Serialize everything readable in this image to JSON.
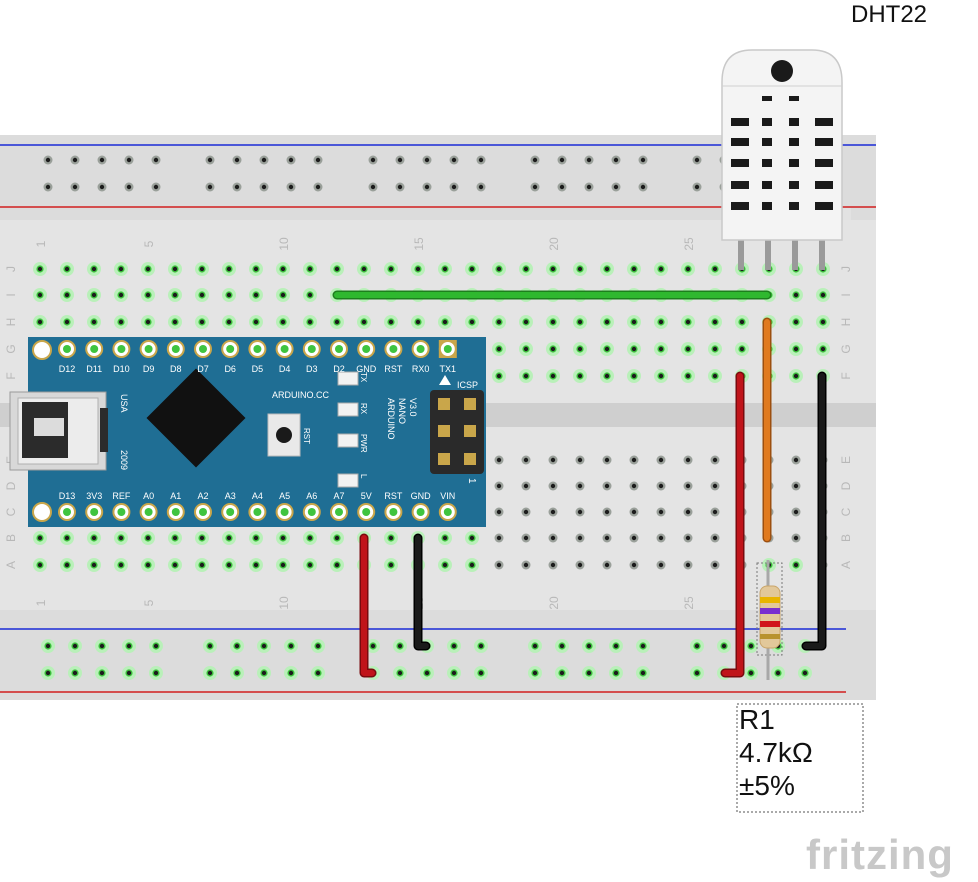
{
  "sensor": {
    "title": "DHT22"
  },
  "breadboard": {
    "column_numbers": [
      "1",
      "5",
      "10",
      "15",
      "20",
      "25"
    ],
    "row_letters_top": [
      "J",
      "I",
      "H",
      "G",
      "F"
    ],
    "row_letters_bottom": [
      "E",
      "D",
      "C",
      "B",
      "A"
    ]
  },
  "arduino": {
    "top_pins": [
      "D12",
      "D11",
      "D10",
      "D9",
      "D8",
      "D7",
      "D6",
      "D5",
      "D4",
      "D3",
      "D2",
      "GND",
      "RST",
      "RX0",
      "TX1"
    ],
    "bottom_pins": [
      "D13",
      "3V3",
      "REF",
      "A0",
      "A1",
      "A2",
      "A3",
      "A4",
      "A5",
      "A6",
      "A7",
      "5V",
      "RST",
      "GND",
      "VIN"
    ],
    "brand": "ARDUINO.CC",
    "model_line1": "ARDUINO",
    "model_line2": "NANO",
    "model_line3": "V3.0",
    "usa": "USA",
    "year": "2009",
    "icsp": "ICSP",
    "led_tx": "TX",
    "led_rx": "RX",
    "led_pwr": "PWR",
    "led_l": "L",
    "reset_label": "RST",
    "icsp_mark": "1"
  },
  "resistor": {
    "name": "R1",
    "value": "4.7kΩ",
    "tolerance": "±5%"
  },
  "logo": {
    "text": "fritzing"
  },
  "colors": {
    "board": "#1f6e94",
    "breadboard": "#dcdcdc",
    "wire_green": "#2fb82f",
    "wire_orange": "#e07a1f",
    "wire_red": "#c0141a",
    "wire_black": "#1a1a1a",
    "rail_blue": "#1b2bd6",
    "rail_red": "#d21f1f"
  }
}
